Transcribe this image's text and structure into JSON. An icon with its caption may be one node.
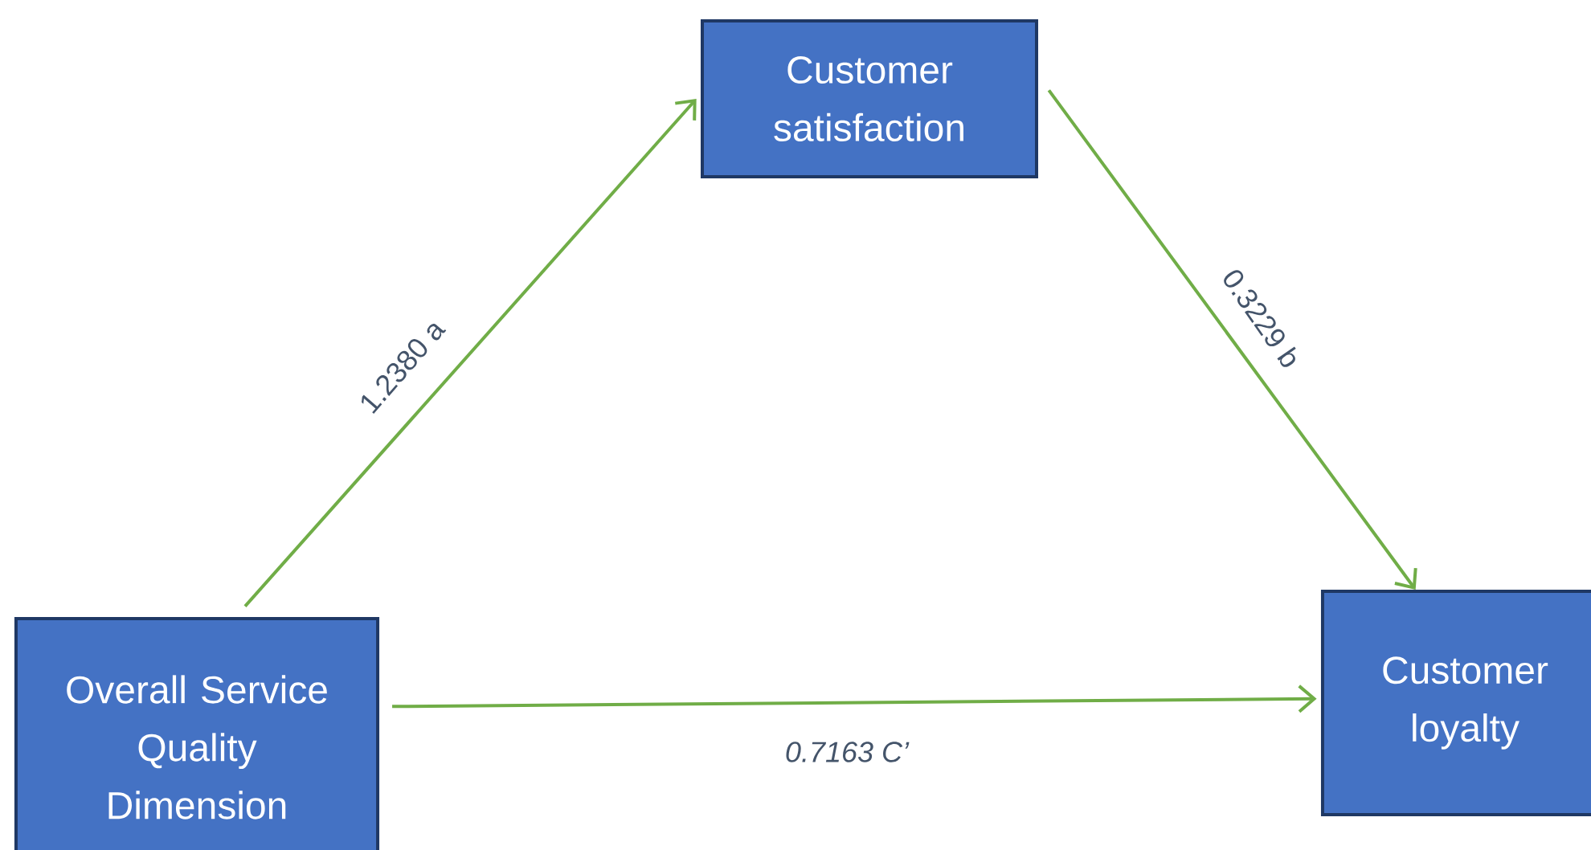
{
  "diagram": {
    "nodes": [
      {
        "text": [
          "Overall Service Quality Dimension"
        ]
      },
      {
        "text": [
          "Customer satisfaction"
        ]
      },
      {
        "text": [
          "Customer loyalty"
        ]
      }
    ],
    "edges": [
      {
        "from": 0,
        "to": 1,
        "arrow": "to",
        "label": "1.2380 a"
      },
      {
        "from": 1,
        "to": 2,
        "arrow": "to",
        "label": "0.3229 b"
      },
      {
        "from": 0,
        "to": 2,
        "arrow": "to",
        "label": "0.7163 C’"
      }
    ]
  }
}
